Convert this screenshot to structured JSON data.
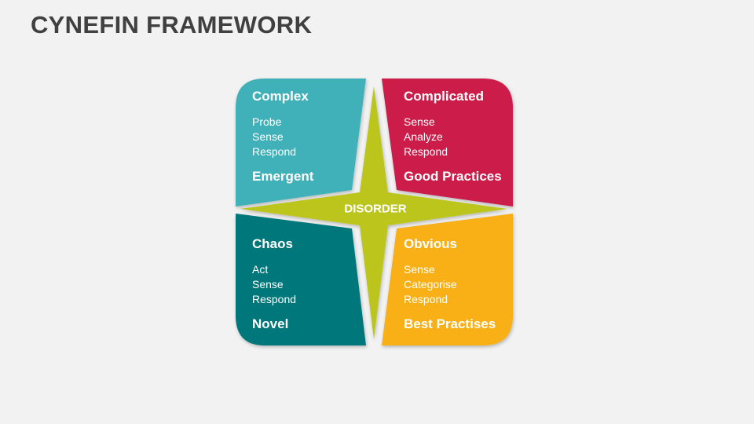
{
  "title": "CYNEFIN FRAMEWORK",
  "center": {
    "label": "DISORDER",
    "color": "#bcc51c"
  },
  "quadrants": [
    {
      "id": "complex",
      "title": "Complex",
      "steps": [
        "Probe",
        "Sense",
        "Respond"
      ],
      "practice": "Emergent",
      "color": "#41b1b9"
    },
    {
      "id": "complicated",
      "title": "Complicated",
      "steps": [
        "Sense",
        "Analyze",
        "Respond"
      ],
      "practice": "Good Practices",
      "color": "#cc1a4a"
    },
    {
      "id": "chaos",
      "title": "Chaos",
      "steps": [
        "Act",
        "Sense",
        "Respond"
      ],
      "practice": "Novel",
      "color": "#00777a"
    },
    {
      "id": "obvious",
      "title": "Obvious",
      "steps": [
        "Sense",
        "Categorise",
        "Respond"
      ],
      "practice": "Best Practises",
      "color": "#f8b019"
    }
  ]
}
